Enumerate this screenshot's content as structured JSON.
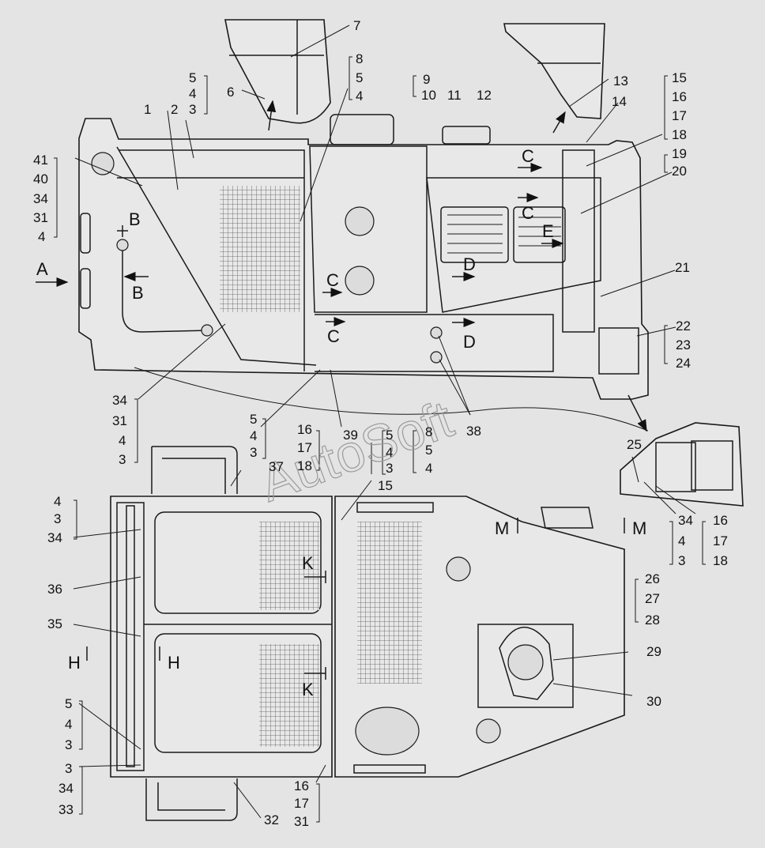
{
  "watermark": "AutoSoft",
  "callouts": {
    "p1": "1",
    "p2": "2",
    "p3": "3",
    "p4": "4",
    "p5": "5",
    "p6": "6",
    "p7": "7",
    "p8": "8",
    "p9": "9",
    "p10": "10",
    "p11": "11",
    "p12": "12",
    "p13": "13",
    "p14": "14",
    "p15": "15",
    "p16": "16",
    "p17": "17",
    "p18": "18",
    "p19": "19",
    "p20": "20",
    "p21": "21",
    "p22": "22",
    "p23": "23",
    "p24": "24",
    "p25": "25",
    "p26": "26",
    "p27": "27",
    "p28": "28",
    "p29": "29",
    "p30": "30",
    "p31": "31",
    "p32": "32",
    "p33": "33",
    "p34": "34",
    "p35": "35",
    "p36": "36",
    "p37": "37",
    "p38": "38",
    "p39": "39",
    "p40": "40",
    "p41": "41"
  },
  "section_letters": {
    "a": "A",
    "b": "B",
    "c": "C",
    "d": "D",
    "e": "E",
    "h": "H",
    "k": "K",
    "m": "M"
  }
}
